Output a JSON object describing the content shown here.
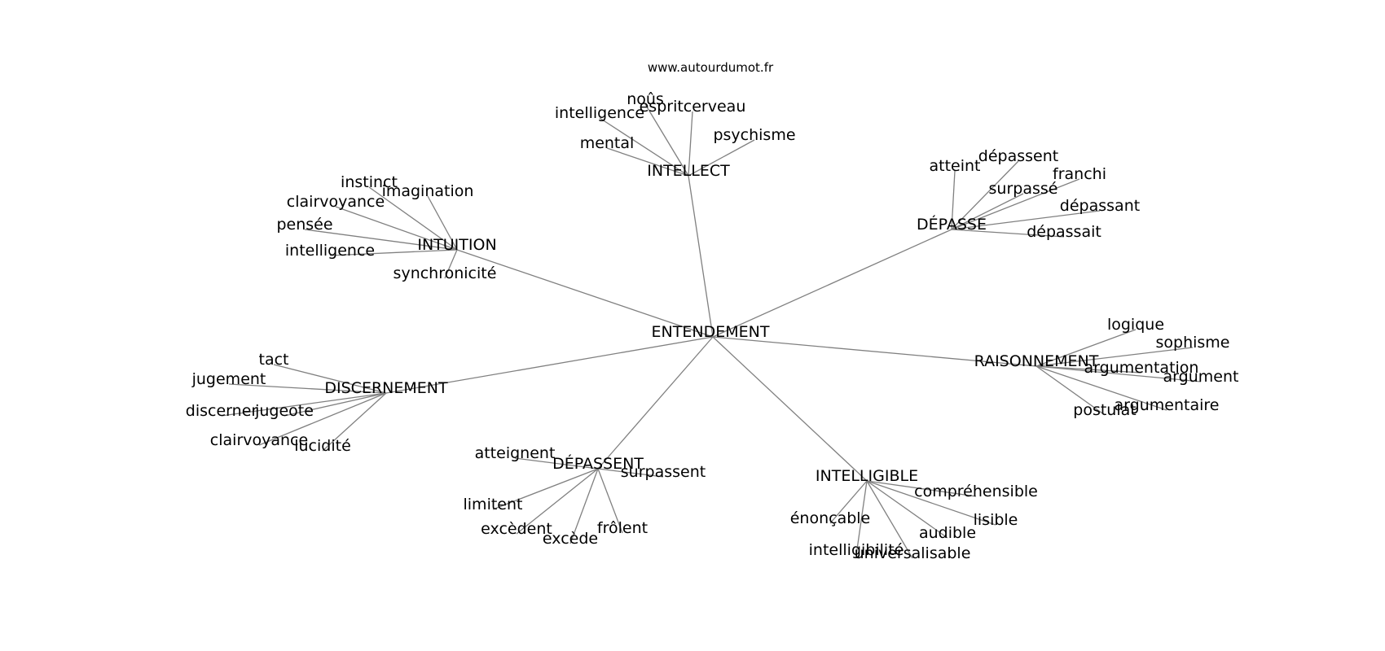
{
  "site": "www.autourdumot.fr",
  "center": "ENTENDEMENT",
  "clusters": [
    {
      "hub": "INTELLECT",
      "words": [
        "noûs",
        "espritcerveau",
        "intelligence",
        "psychisme",
        "mental"
      ]
    },
    {
      "hub": "INTUITION",
      "words": [
        "instinct",
        "imagination",
        "clairvoyance",
        "pensée",
        "intelligence",
        "synchronicité"
      ]
    },
    {
      "hub": "DÉPASSE",
      "words": [
        "dépassent",
        "atteint",
        "franchi",
        "surpassé",
        "dépassant",
        "dépassait"
      ]
    },
    {
      "hub": "RAISONNEMENT",
      "words": [
        "logique",
        "sophisme",
        "argumentation",
        "argument",
        "argumentaire",
        "postulat"
      ]
    },
    {
      "hub": "DISCERNEMENT",
      "words": [
        "tact",
        "jugement",
        "discerner",
        "jugeote",
        "clairvoyance",
        "lucidité"
      ]
    },
    {
      "hub": "DÉPASSENT",
      "words": [
        "atteignent",
        "surpassent",
        "limitent",
        "excèdent",
        "frôlent",
        "excède"
      ]
    },
    {
      "hub": "INTELLIGIBLE",
      "words": [
        "compréhensible",
        "énonçable",
        "lisible",
        "audible",
        "intelligibilité",
        "universalisable"
      ]
    }
  ]
}
